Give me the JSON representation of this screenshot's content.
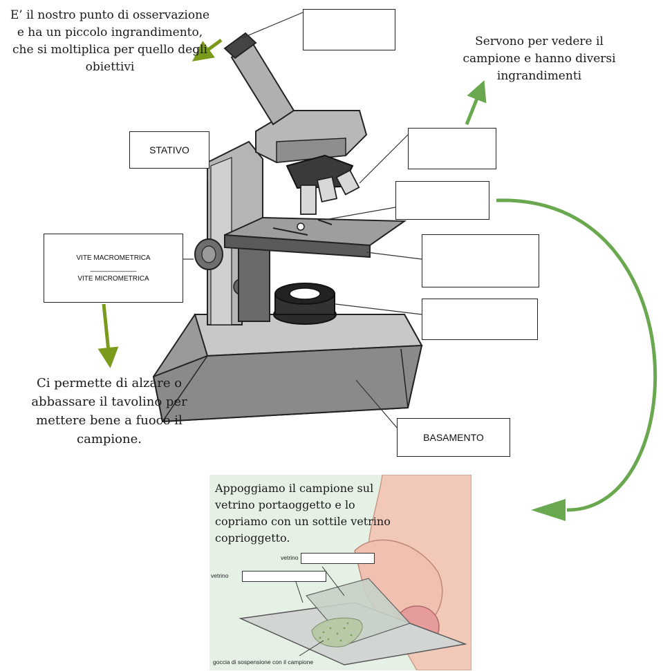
{
  "descriptions": {
    "ocular": "E’ il nostro punto di osservazione e ha un piccolo ingrandimento, che si moltiplica per quello degli obiettivi",
    "objectives": "Servono per vedere il campione e hanno diversi ingrandimenti",
    "screws": "Ci permette di alzare o abbassare il tavolino per mettere bene a fuoco il campione."
  },
  "labels": {
    "stativo": "STATIVO",
    "vite_macro": "VITE MACROMETRICA",
    "separator": "____________",
    "vite_micro": "VITE MICROMETRICA",
    "basamento": "BASAMENTO"
  },
  "slide_panel": {
    "text": "Appoggiamo il campione sul vetrino portaoggetto e lo copriamo con un sottile vetrino coprioggetto.",
    "label_top": "vetrino",
    "label_left": "vetrino",
    "caption": "goccia di sospensione con il campione"
  },
  "colors": {
    "arrow_green": "#6aa84f",
    "arrow_olive": "#7a9a1c",
    "panel_bg": "#e6f1e6"
  }
}
